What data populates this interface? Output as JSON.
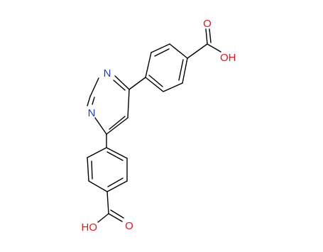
{
  "molecule": {
    "atoms": {
      "n_top": "N",
      "n_bottom": "N",
      "o_top_carbonyl": "O",
      "oh_top": "OH",
      "o_bottom_carbonyl": "O",
      "ho_bottom": "HO"
    },
    "colors": {
      "bond": "#000000",
      "nitrogen": "#1f3fbf",
      "oxygen": "#e0141e"
    }
  }
}
